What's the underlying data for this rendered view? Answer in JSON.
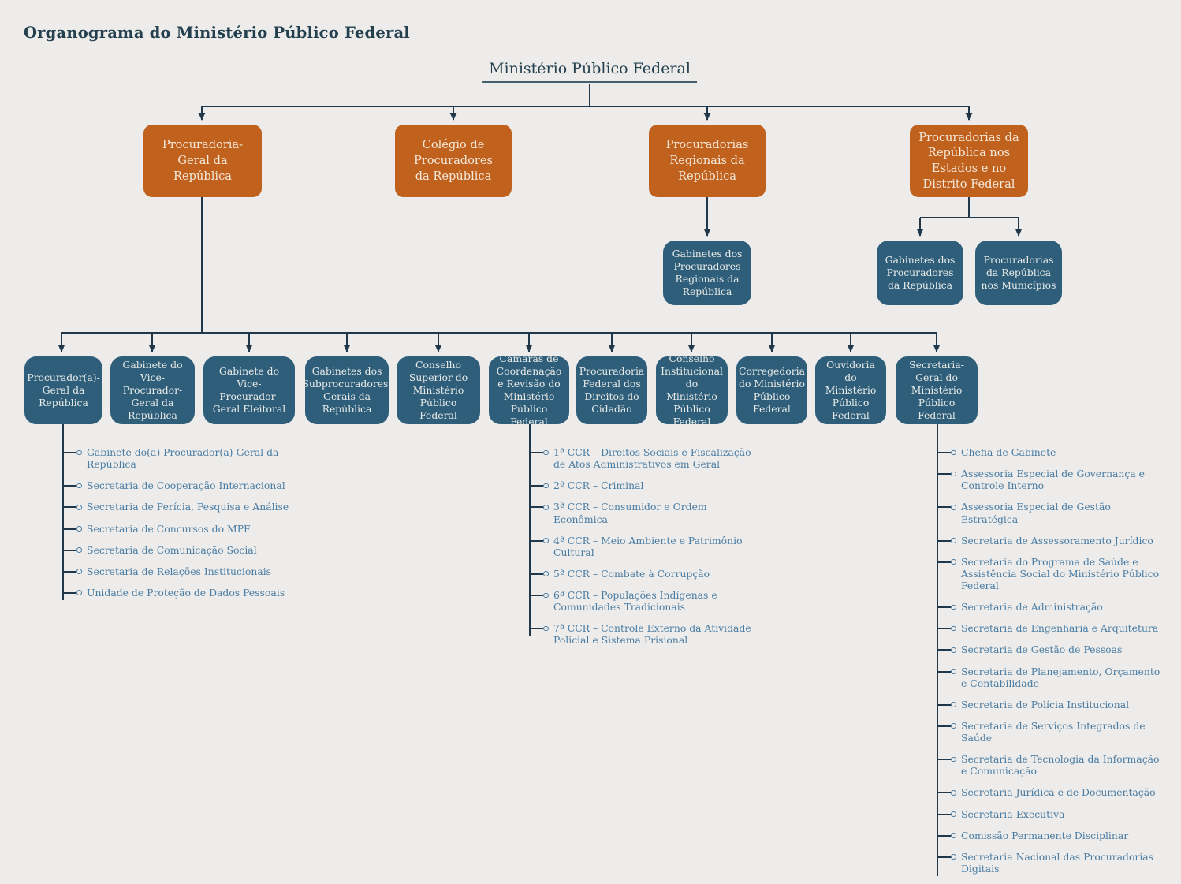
{
  "page_title": "Organograma do Ministério Público Federal",
  "root": "Ministério Público Federal",
  "level1": [
    "Procuradoria-Geral da República",
    "Colégio de Procuradores da República",
    "Procuradorias Regionais da República",
    "Procuradorias da República nos Estados e no Distrito Federal"
  ],
  "level2": [
    "Gabinetes dos Procuradores Regionais da República",
    "Gabinetes dos Procuradores da República",
    "Procuradorias da República nos Municípios"
  ],
  "pgr_row": [
    "Procurador(a)-Geral da República",
    "Gabinete do Vice-Procurador-Geral da República",
    "Gabinete do Vice-Procurador-Geral Eleitoral",
    "Gabinetes dos Subprocuradores-Gerais da República",
    "Conselho Superior do Ministério Público Federal",
    "Câmaras de Coordenação e Revisão do Ministério Público Federal",
    "Procuradoria Federal dos Direitos do Cidadão",
    "Conselho Institucional do Ministério Público Federal",
    "Corregedoria do Ministério Público Federal",
    "Ouvidoria do Ministério Público Federal",
    "Secretaria-Geral do Ministério Público Federal"
  ],
  "lists": {
    "pgr": [
      "Gabinete do(a) Procurador(a)-Geral da República",
      "Secretaria de Cooperação Internacional",
      "Secretaria de Perícia, Pesquisa e Análise",
      "Secretaria de Concursos do MPF",
      "Secretaria de Comunicação Social",
      "Secretaria de Relações Institucionais",
      "Unidade de Proteção de Dados Pessoais"
    ],
    "ccr": [
      "1ª CCR – Direitos Sociais e Fiscalização de Atos Administrativos em Geral",
      "2ª CCR – Criminal",
      "3ª CCR – Consumidor e Ordem Econômica",
      "4ª CCR – Meio Ambiente e Patrimônio Cultural",
      "5ª CCR – Combate à Corrupção",
      "6ª CCR – Populações Indígenas e Comunidades Tradicionais",
      "7ª CCR – Controle Externo da Atividade Policial e Sistema Prisional"
    ],
    "sg": [
      "Chefia de Gabinete",
      "Assessoria Especial de Governança e Controle Interno",
      "Assessoria Especial de Gestão Estratégica",
      "Secretaria de Assessoramento Jurídico",
      "Secretaria do Programa de Saúde e Assistência Social do Ministério Público Federal",
      "Secretaria de Administração",
      "Secretaria de Engenharia e Arquitetura",
      "Secretaria de Gestão de Pessoas",
      "Secretaria de Planejamento, Orçamento e Contabilidade",
      "Secretaria de Polícia Institucional",
      "Secretaria de Serviços Integrados de Saúde",
      "Secretaria de Tecnologia da Informação e Comunicação",
      "Secretaria Jurídica e de Documentação",
      "Secretaria-Executiva",
      "Comissão Permanente Disciplinar",
      "Secretaria Nacional das Procuradorias Digitais"
    ]
  },
  "colors": {
    "background": "#edecea",
    "orange_box": "#c0621d",
    "blue_box": "#2f5e7b",
    "connector_line": "#20384a",
    "list_text": "#4a7ca3",
    "title_text": "#24404f"
  }
}
